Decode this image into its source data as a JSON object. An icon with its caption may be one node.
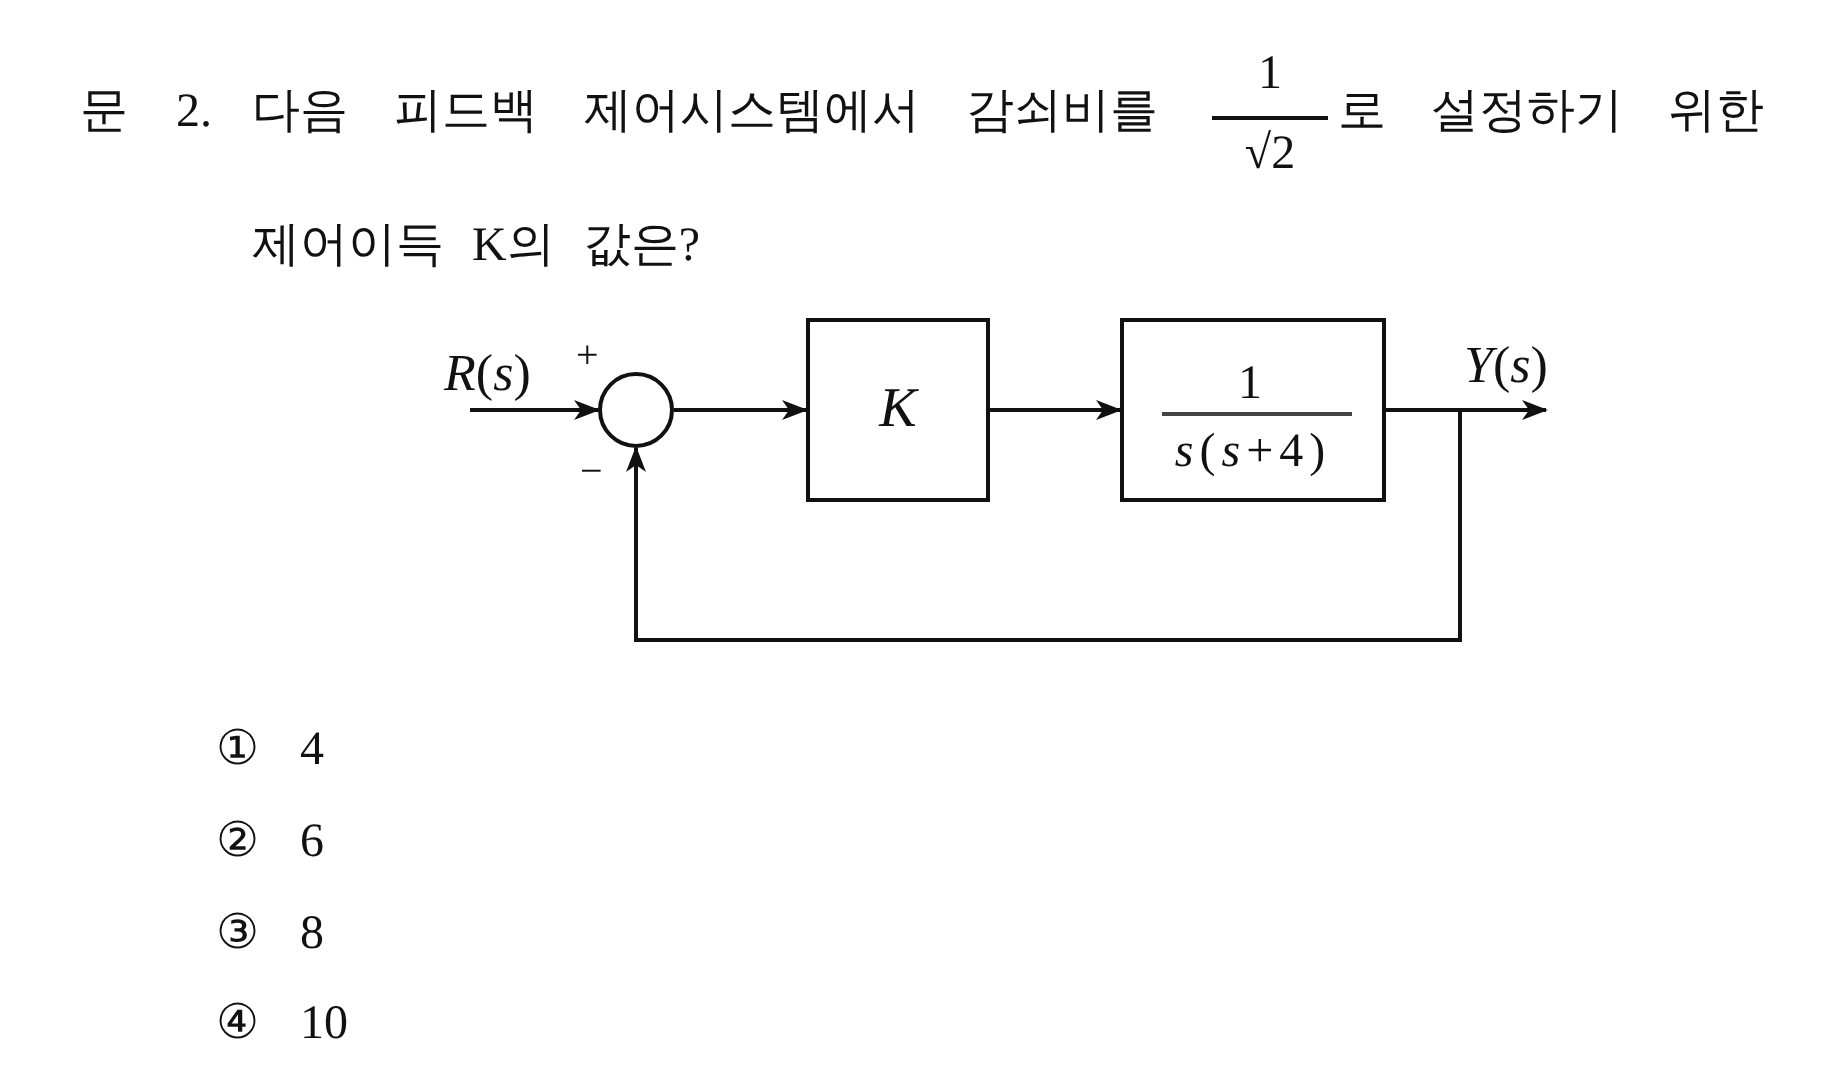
{
  "diagram": {
    "nodes": [
      {
        "text": [],
        "shape": "circle",
        "beside": [
          "+",
          "−"
        ]
      },
      {
        "text": [
          "K"
        ]
      },
      {
        "text": [
          "1",
          "*s*(*s*+4)"
        ]
      }
    ],
    "edges": [
      {
        "from": null,
        "to": 0,
        "arrow": "to",
        "label": "*R*(*s*)"
      },
      {
        "from": 0,
        "to": 1,
        "arrow": "to"
      },
      {
        "from": 1,
        "to": 2,
        "arrow": "to"
      },
      {
        "from": 2,
        "to": null,
        "arrow": "to",
        "label": "*Y*(*s*)"
      },
      {
        "from": 2,
        "to": 0,
        "arrow": "to"
      }
    ],
    "labels": [
      "문 2.",
      "다음 피드백 제어시스템에서 감쇠비를",
      "1",
      "√2",
      "로 설정하기 위한",
      "제어이득 K의 값은?",
      "① 4",
      "② 6",
      "③ 8",
      "④ 10"
    ]
  }
}
